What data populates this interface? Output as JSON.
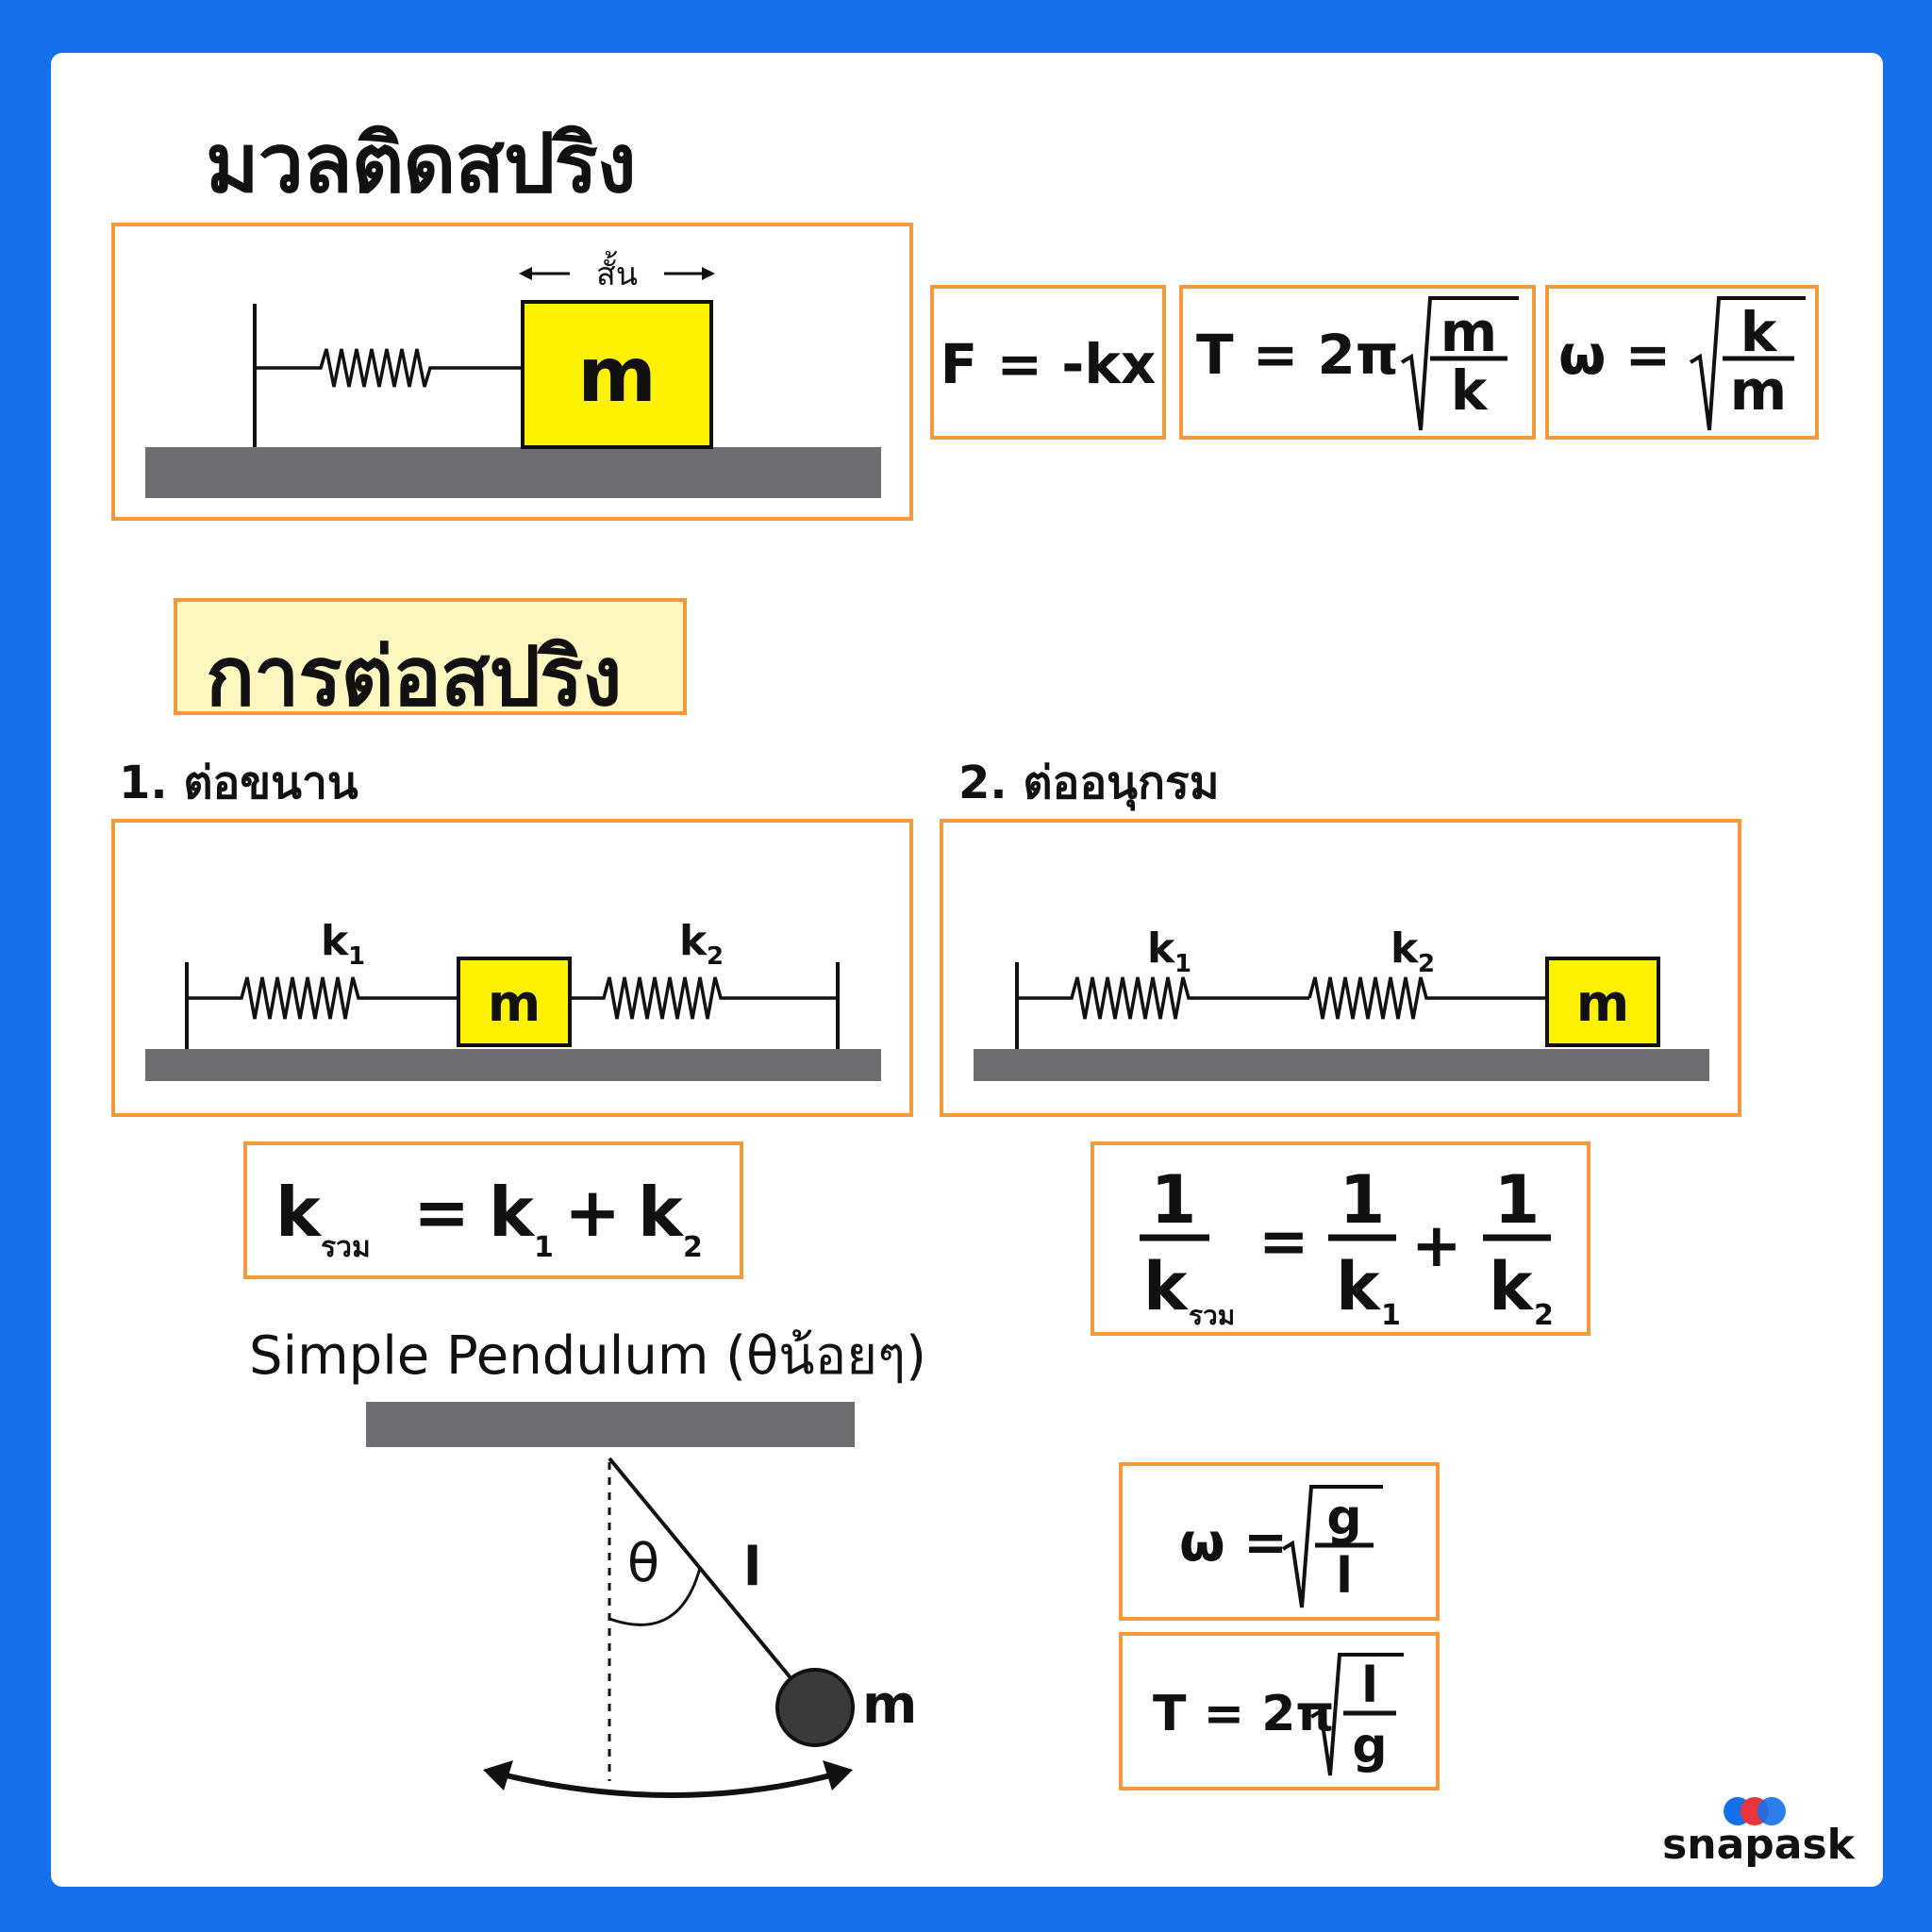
{
  "titles": {
    "mass_spring": "มวลติดสปริง",
    "spring_connection": "การต่อสปริง",
    "parallel": "1. ต่อขนาน",
    "series": "2. ต่ออนุกรม",
    "pendulum_prefix": "Simple Pendulum (",
    "pendulum_theta": "θ",
    "pendulum_suffix": "น้อยๆ)"
  },
  "mass_spring_diagram": {
    "compress_label": "สั้น",
    "mass_label": "m"
  },
  "formulas": {
    "force": "F = -kx",
    "period_spring": {
      "lhs": "T = 2π",
      "num": "m",
      "den": "k"
    },
    "omega_spring": {
      "lhs": "ω =",
      "num": "k",
      "den": "m"
    },
    "parallel": {
      "k": "k",
      "k_sub": "รวม",
      "eq": "=",
      "k1": "k",
      "k1_sub": "1",
      "plus": "+",
      "k2": "k",
      "k2_sub": "2"
    },
    "series": {
      "one": "1",
      "k": "k",
      "k_sub": "รวม",
      "eq": "=",
      "k1_sub": "1",
      "k2_sub": "2",
      "plus": "+"
    },
    "omega_pendulum": {
      "lhs": "ω =",
      "num": "g",
      "den": "l"
    },
    "period_pendulum": {
      "lhs": "T = 2π",
      "num": "l",
      "den": "g"
    }
  },
  "parallel_diagram": {
    "k1": "k",
    "k1_sub": "1",
    "k2": "k",
    "k2_sub": "2",
    "mass": "m"
  },
  "series_diagram": {
    "k1": "k",
    "k1_sub": "1",
    "k2": "k",
    "k2_sub": "2",
    "mass": "m"
  },
  "pendulum_diagram": {
    "theta": "θ",
    "length": "l",
    "mass": "m"
  },
  "logo": {
    "text": "snapask"
  },
  "colors": {
    "background": "#1670ea",
    "box_border": "#f39a3a",
    "mass_fill": "#fff200",
    "ground": "#6d6e71",
    "highlight": "#fff6c0"
  }
}
